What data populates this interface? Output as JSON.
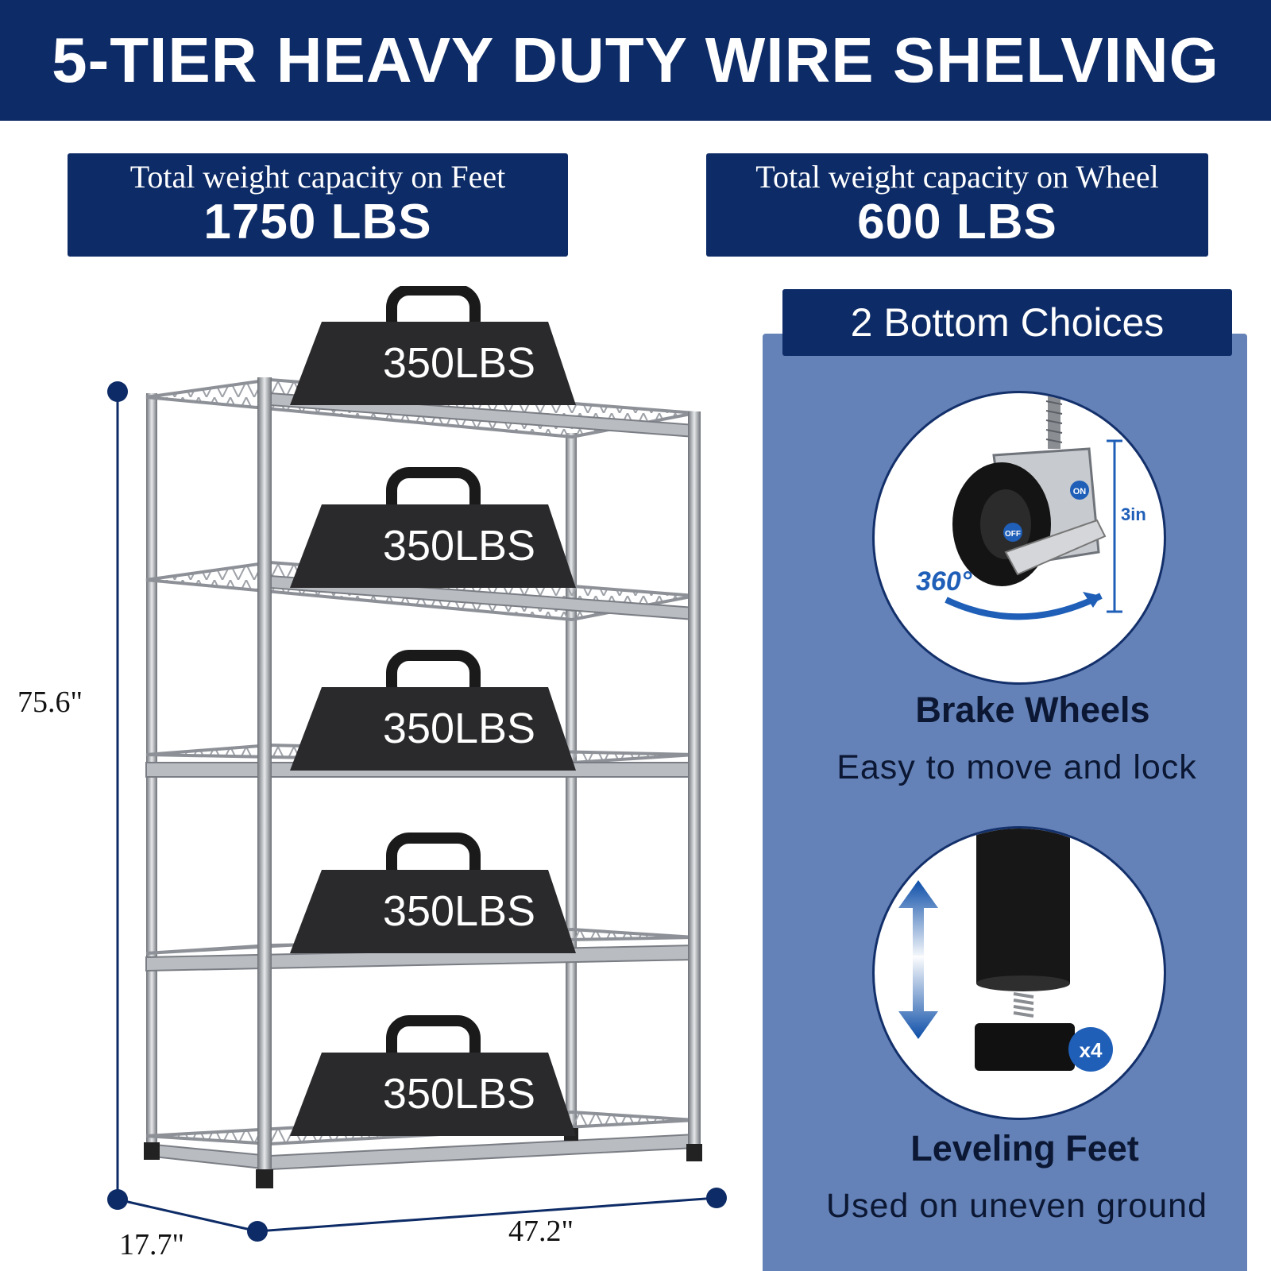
{
  "header": {
    "title": "5-TIER HEAVY DUTY WIRE SHELVING"
  },
  "capacity": {
    "feet": {
      "label": "Total weight capacity on Feet",
      "value": "1750 LBS"
    },
    "wheel": {
      "label": "Total weight capacity on Wheel",
      "value": "600 LBS"
    }
  },
  "choices": {
    "title": "2 Bottom Choices"
  },
  "brake": {
    "title": "Brake Wheels",
    "subtitle": "Easy to move and lock",
    "rotation": "360°",
    "height": "3in",
    "on": "ON",
    "off": "OFF"
  },
  "feet_option": {
    "title": "Leveling Feet",
    "subtitle": "Used on uneven ground",
    "count": "x4"
  },
  "dimensions": {
    "height": "75.6\"",
    "depth": "17.7\"",
    "width": "47.2\""
  },
  "weights": [
    "350LBS",
    "350LBS",
    "350LBS",
    "350LBS",
    "350LBS"
  ],
  "colors": {
    "navy": "#0d2b66",
    "panel": "#6482b7",
    "chrome": "#a9adb3",
    "accent_blue": "#1f5fb8"
  }
}
